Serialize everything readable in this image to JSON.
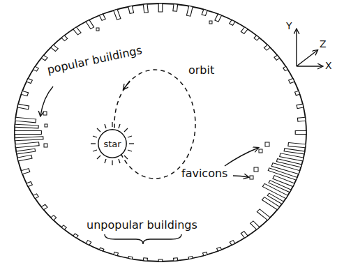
{
  "diagram": {
    "nodes": [
      {
        "text": [
          "star"
        ]
      }
    ],
    "labels": [
      "popular buildings",
      "orbit",
      "favicons",
      "unpopular buildings",
      "Y",
      "Z",
      "X"
    ]
  }
}
